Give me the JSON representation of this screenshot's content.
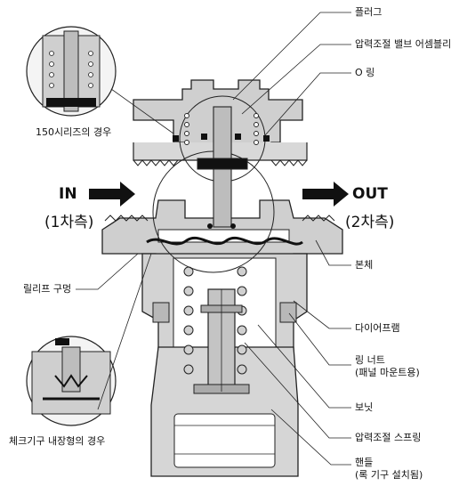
{
  "flow": {
    "in_label": "IN",
    "in_side": "(1차측)",
    "out_label": "OUT",
    "out_side": "(2차측)"
  },
  "callouts": {
    "plug": "플러그",
    "pressure_valve_assembly": "압력조절 밸브 어셈블리",
    "o_ring": "O 링",
    "case_150": "150시리즈의 경우",
    "body": "본체",
    "relief_hole": "릴리프 구멍",
    "diaphragm": "다이어프램",
    "ring_nut_line1": "링 너트",
    "ring_nut_line2": "(패널 마운트용)",
    "bonnet": "보닛",
    "check_valve_case": "체크기구 내장형의 경우",
    "pressure_spring": "압력조절 스프링",
    "handle_line1": "핸들",
    "handle_line2": "(록 기구 설치됨)"
  }
}
